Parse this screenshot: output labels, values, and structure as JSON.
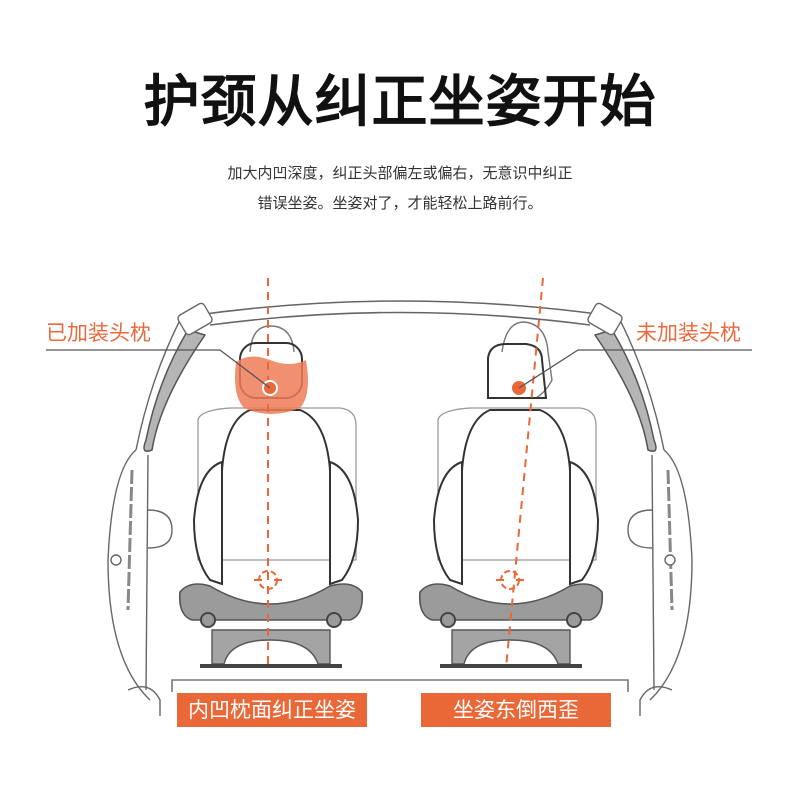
{
  "header": {
    "title": "护颈从纠正坐姿开始",
    "subtitle_line1": "加大内凹深度，纠正头部偏左或偏右，无意识中纠正",
    "subtitle_line2": "错误坐姿。坐姿对了，才能轻松上路前行。"
  },
  "illustration": {
    "left_callout": "已加装头枕",
    "right_callout": "未加装头枕",
    "left_caption": "内凹枕面纠正坐姿",
    "right_caption": "坐姿东倒西歪",
    "icons": [
      "car-interior-icon",
      "seat-icon",
      "headrest-pillow-icon",
      "head-icon",
      "center-line-icon",
      "crosshair-icon"
    ]
  },
  "colors": {
    "accent": "#ea6838",
    "pillow": "#ee7c57",
    "line": "#555555",
    "seat_base": "#9b9b9b",
    "text": "#111111"
  }
}
